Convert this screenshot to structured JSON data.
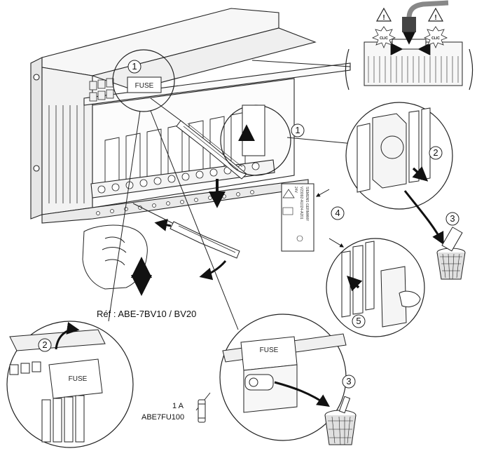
{
  "steps": {
    "step1": "1",
    "step2": "2",
    "step3": "3",
    "step4": "4",
    "step5": "5"
  },
  "labels": {
    "fuse_main": "FUSE",
    "fuse_detail_left": "FUSE",
    "fuse_detail_right": "FUSE",
    "reference": "Réf : ABE-7BV10 / BV20",
    "fuse_rating": "1 A",
    "fuse_part_number": "ABE7FU100",
    "clic_left": "CLIC",
    "clic_right": "CLIC"
  },
  "relay_markings": {
    "maker": "SIEMENS GERMANY",
    "part": "V23092-A1024-A201",
    "rating": "24V"
  },
  "icons": [
    "warning-icon",
    "clic-burst-icon",
    "waste-basket-icon",
    "screwdriver-icon",
    "hand-icon",
    "arrow-icon"
  ]
}
